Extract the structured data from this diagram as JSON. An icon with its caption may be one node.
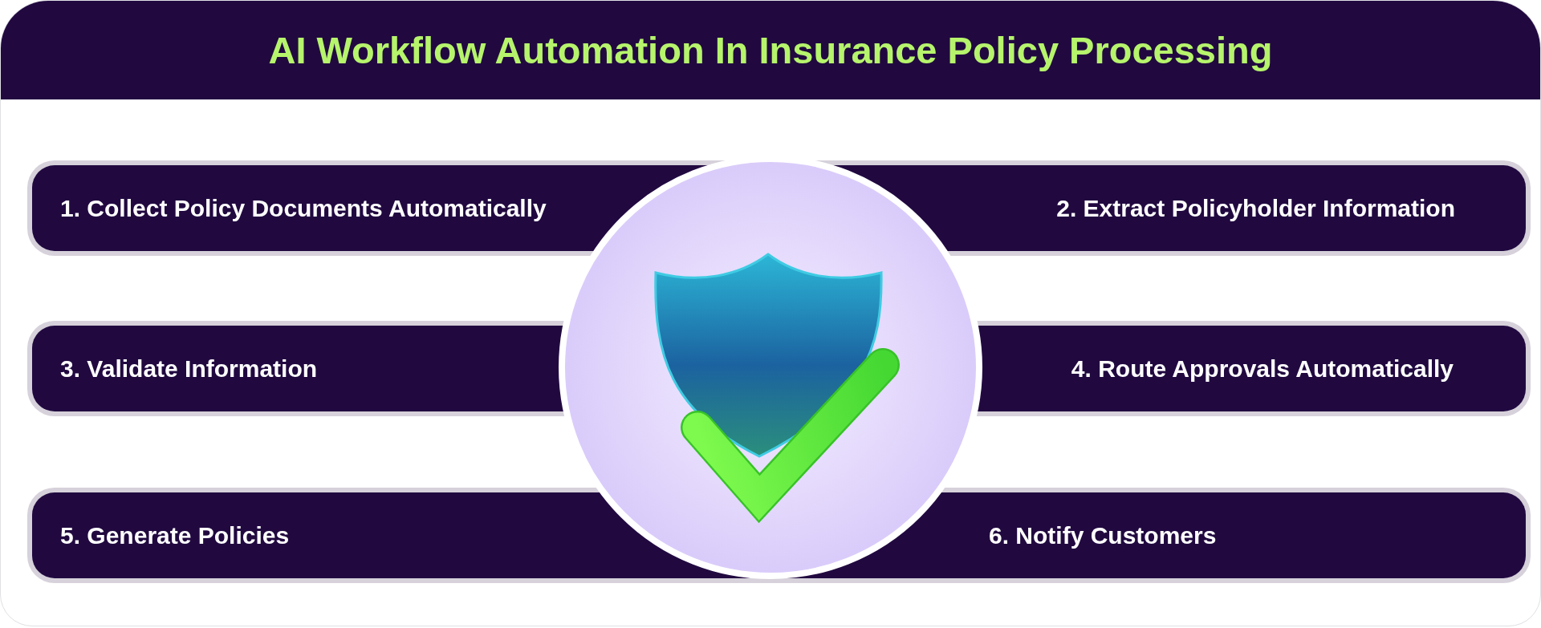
{
  "diagram": {
    "title": "AI Workflow Automation In Insurance Policy Processing",
    "nodes": [
      {
        "text": [
          "1. Collect Policy Documents Automatically"
        ]
      },
      {
        "text": [
          "2. Extract Policyholder Information"
        ]
      },
      {
        "text": [
          "3. Validate Information"
        ]
      },
      {
        "text": [
          "4. Route Approvals Automatically"
        ]
      },
      {
        "text": [
          "5. Generate Policies"
        ]
      },
      {
        "text": [
          "6. Notify Customers"
        ]
      }
    ]
  }
}
